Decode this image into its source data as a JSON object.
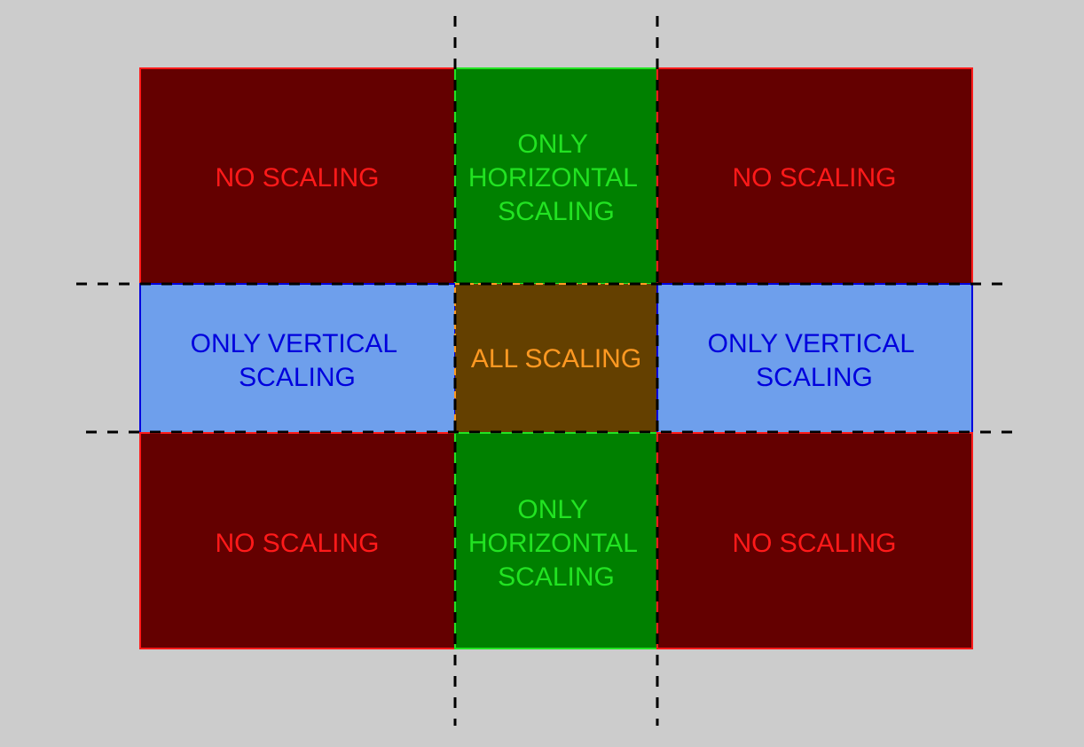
{
  "colors": {
    "background": "#cccccc",
    "no_scaling_fill": "#640000",
    "no_scaling_stroke": "#ff1a1a",
    "no_scaling_text": "#ff1a1a",
    "horizontal_fill": "#008000",
    "horizontal_stroke": "#22e322",
    "horizontal_text": "#22e322",
    "vertical_fill": "#6e9fec",
    "vertical_stroke": "#0000dd",
    "vertical_text": "#0000dd",
    "all_fill": "#644000",
    "all_stroke": "#ff9922",
    "all_text": "#ff9922",
    "guide_line": "#000000"
  },
  "cells": {
    "top_left": {
      "lines": [
        "NO SCALING"
      ]
    },
    "top_center": {
      "lines": [
        "ONLY",
        "HORIZONTAL",
        "SCALING"
      ]
    },
    "top_right": {
      "lines": [
        "NO SCALING"
      ]
    },
    "middle_left": {
      "lines": [
        "ONLY VERTICAL",
        "SCALING"
      ]
    },
    "middle_center": {
      "lines": [
        "ALL SCALING"
      ]
    },
    "middle_right": {
      "lines": [
        "ONLY VERTICAL",
        "SCALING"
      ]
    },
    "bottom_left": {
      "lines": [
        "NO SCALING"
      ]
    },
    "bottom_center": {
      "lines": [
        "ONLY",
        "HORIZONTAL",
        "SCALING"
      ]
    },
    "bottom_right": {
      "lines": [
        "NO SCALING"
      ]
    }
  }
}
